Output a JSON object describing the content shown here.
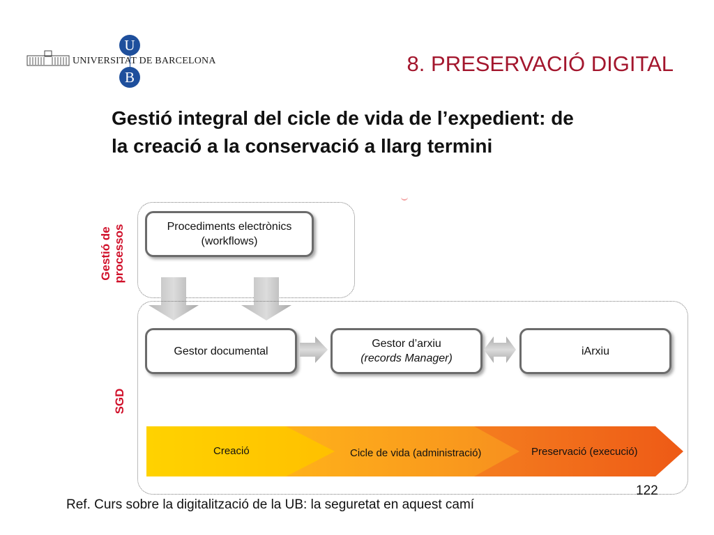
{
  "header": {
    "institution_name": "UNIVERSITAT DE BARCELONA",
    "logo_letters": [
      "U",
      "B"
    ],
    "slide_title": "8. PRESERVACIÓ DIGITAL"
  },
  "subtitle": {
    "line1": "Gestió integral del cicle de vida de l’expedient: de",
    "line2": "la creació a la conservació a llarg termini"
  },
  "diagram": {
    "group_process_label": [
      "Gestió de",
      "processos"
    ],
    "group_sgd_label": "SGD",
    "boxes": {
      "workflows": [
        "Procediments electrònics",
        "(workflows)"
      ],
      "gestor_documental": "Gestor documental",
      "gestor_arxiu": [
        "Gestor d’arxiu",
        "(records Manager)"
      ],
      "iarxiu": "iArxiu"
    },
    "phases": [
      "Creació",
      "Cicle de vida (administració)",
      "Preservació (execució)"
    ],
    "colors": {
      "title_red": "#a3162d",
      "label_red": "#d0102a",
      "phase_creacio": "#ffc000",
      "phase_cicle": "#fa9a1e",
      "phase_preservacio": "#f26a1b",
      "logo_blue": "#1e4f9c"
    }
  },
  "footer": {
    "reference": "Ref. Curs sobre la digitalització de la UB: la seguretat en aquest camí",
    "page_number": "122"
  }
}
